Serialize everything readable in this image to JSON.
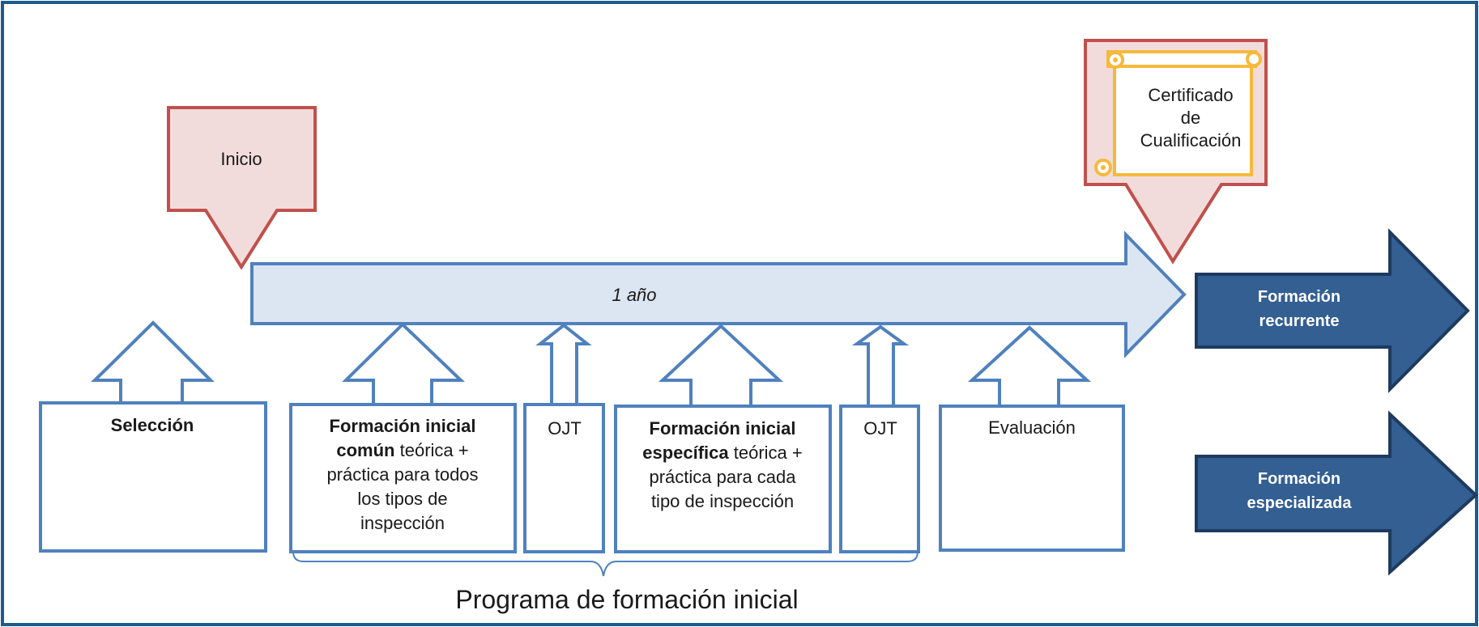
{
  "colors": {
    "frame": "#1f5a8c",
    "blue_outline": "#4f81bd",
    "light_blue_fill": "#dce6f2",
    "dark_blue": "#335f92",
    "dark_blue_outline": "#1e3a5f",
    "red_outline": "#c0504d",
    "pink_fill": "#f2dcdb",
    "gold": "#f6b93b"
  },
  "inicio": {
    "label": "Inicio"
  },
  "certificado": {
    "lines": [
      "Certificado",
      "de",
      "Cualificación"
    ]
  },
  "timeline": {
    "label": "1 año"
  },
  "seleccion": {
    "label": "Selección"
  },
  "formacion_comun": {
    "bold_1": "Formación inicial",
    "bold_2": "común",
    "rest_2": " teórica +",
    "line_3": "práctica para todos",
    "line_4": "los tipos de",
    "line_5": "inspección"
  },
  "ojt_1": {
    "label": "OJT"
  },
  "formacion_especifica": {
    "bold_1": "Formación inicial",
    "bold_2": "específica",
    "rest_2": " teórica +",
    "line_3": "práctica para cada",
    "line_4": "tipo de inspección"
  },
  "ojt_2": {
    "label": "OJT"
  },
  "evaluacion": {
    "label": "Evaluación"
  },
  "formacion_recurrente": {
    "line_1": "Formación",
    "line_2": "recurrente"
  },
  "formacion_especializada": {
    "line_1": "Formación",
    "line_2": "especializada"
  },
  "programa": {
    "label": "Programa de formación inicial"
  }
}
